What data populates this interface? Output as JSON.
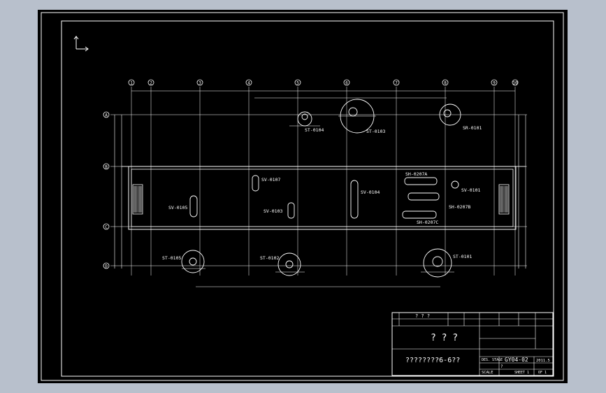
{
  "drawing": {
    "grid_columns": [
      "1",
      "2",
      "3",
      "4",
      "5",
      "6",
      "7",
      "8",
      "9",
      "10"
    ],
    "grid_rows": [
      "A",
      "B",
      "C",
      "D"
    ],
    "equipment": [
      {
        "tag": "ST-0104"
      },
      {
        "tag": "ST-0103"
      },
      {
        "tag": "SR-0101"
      },
      {
        "tag": "SV-0107"
      },
      {
        "tag": "SV-0103"
      },
      {
        "tag": "SV-0104"
      },
      {
        "tag": "SV-0105"
      },
      {
        "tag": "SH-0207A"
      },
      {
        "tag": "SV-0101"
      },
      {
        "tag": "SH-0207B"
      },
      {
        "tag": "SH-0207C"
      },
      {
        "tag": "ST-0105"
      },
      {
        "tag": "ST-0102"
      },
      {
        "tag": "ST-0101"
      }
    ]
  },
  "title_block": {
    "header_text": "? ? ?",
    "project_title": "? ? ?",
    "footer_text": "????????6-6??",
    "drawing_no": "GY04-02",
    "date": "2011.5",
    "scale_value": "?",
    "sheet_text": "SHEET 1",
    "of_text": "OF 1",
    "scale_label": "SCALE",
    "stage_text": "DES. STAGE"
  }
}
